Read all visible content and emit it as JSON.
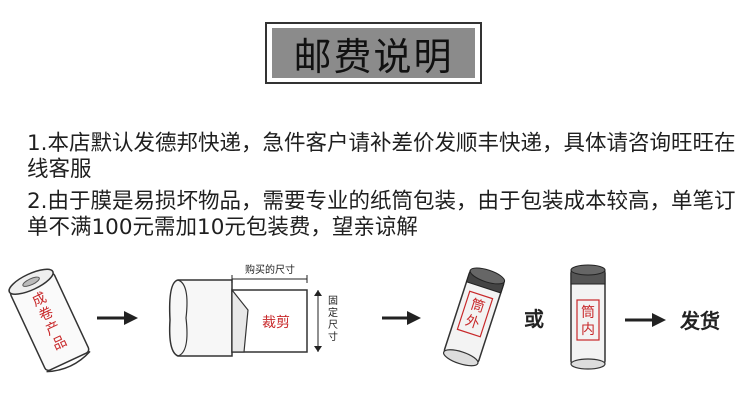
{
  "title": "邮费说明",
  "paragraphs": [
    "1.本店默认发德邦快递，急件客户请补差价发顺丰快递，具体请咨询旺旺在线客服",
    "2.由于膜是易损坏物品，需要专业的纸筒包装，由于包装成本较高，单笔订单不满100元需加10元包装费，望亲谅解"
  ],
  "diagram": {
    "roll_label": [
      "成",
      "卷",
      "产",
      "品"
    ],
    "width_label": "购买的尺寸",
    "height_label": [
      "固",
      "定",
      "尺",
      "寸"
    ],
    "cut_label": "裁剪",
    "tube_outer_label": [
      "筒",
      "外"
    ],
    "or_label": "或",
    "tube_inner_label": [
      "筒",
      "内"
    ],
    "ship_label": "发货"
  },
  "colors": {
    "accent_red": "#c8282a",
    "title_bg": "#8b8b8b"
  }
}
